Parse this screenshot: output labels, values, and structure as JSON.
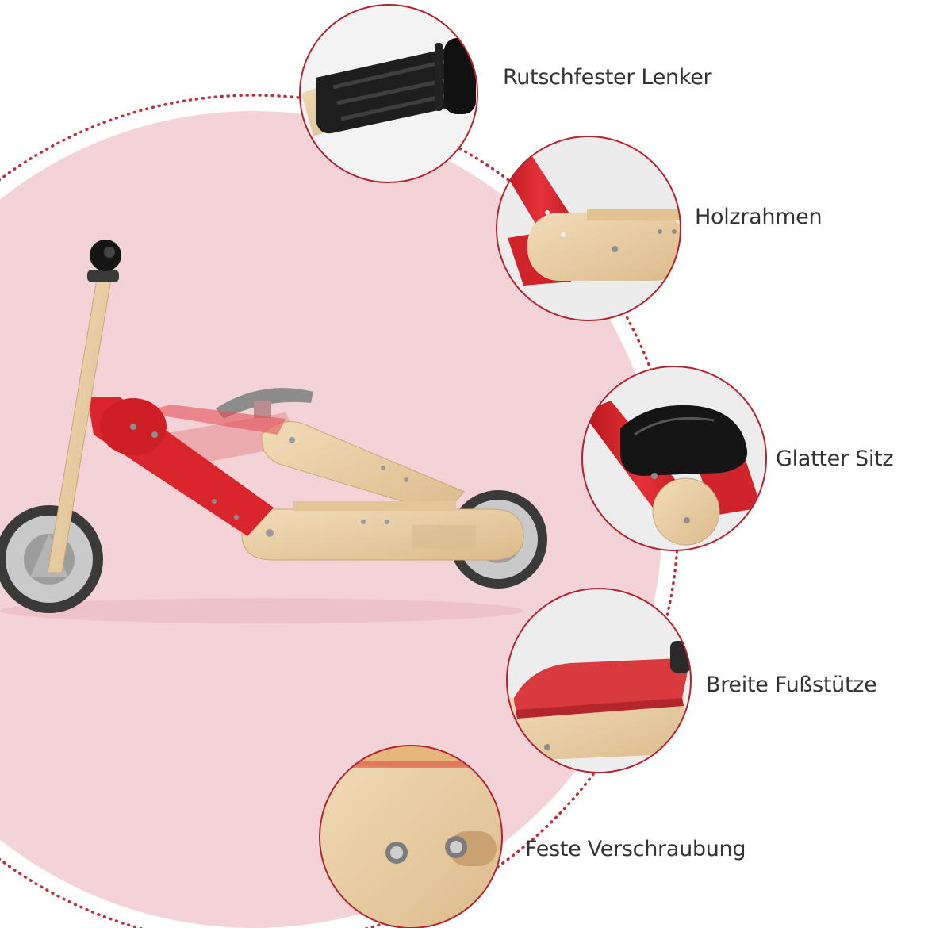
{
  "colors": {
    "background": "#ffffff",
    "accent_circle": "#f4d3d8",
    "dotted_ring": "#b8333d",
    "bubble_border": "#b4242f",
    "frame_red": "#d9252b",
    "wood": "#e8cfa6",
    "tire": "#3a3a3a",
    "label_text": "#333333"
  },
  "product": {
    "name": "balance-tricycle",
    "icon": "bike-image"
  },
  "features": [
    {
      "label": "Rutschfester Lenker",
      "icon": "handlebar-grip-image"
    },
    {
      "label": "Holzrahmen",
      "icon": "wooden-frame-image"
    },
    {
      "label": "Glatter Sitz",
      "icon": "seat-image"
    },
    {
      "label": "Breite Fußstütze",
      "icon": "footrest-image"
    },
    {
      "label": "Feste Verschraubung",
      "icon": "screw-image"
    }
  ]
}
